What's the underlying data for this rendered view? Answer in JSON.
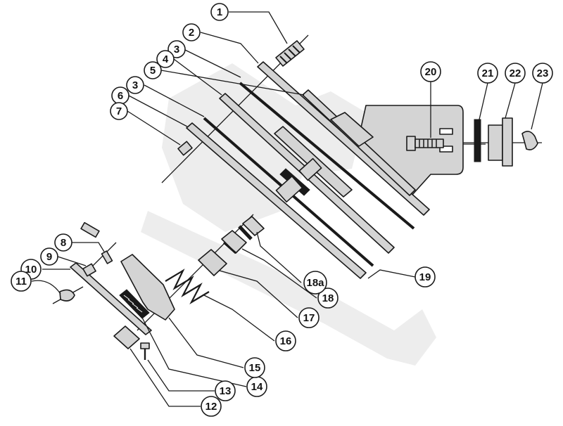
{
  "colors": {
    "line": "#1a1a1a",
    "part_fill": "#d4d4d4",
    "watermark": "#ededed",
    "background": "#ffffff"
  },
  "callouts": [
    {
      "label": "1"
    },
    {
      "label": "2"
    },
    {
      "label": "3"
    },
    {
      "label": "4"
    },
    {
      "label": "5"
    },
    {
      "label": "3"
    },
    {
      "label": "6"
    },
    {
      "label": "7"
    },
    {
      "label": "8"
    },
    {
      "label": "9"
    },
    {
      "label": "10"
    },
    {
      "label": "11"
    },
    {
      "label": "12"
    },
    {
      "label": "13"
    },
    {
      "label": "14"
    },
    {
      "label": "15"
    },
    {
      "label": "16"
    },
    {
      "label": "17"
    },
    {
      "label": "18"
    },
    {
      "label": "18a"
    },
    {
      "label": "19"
    },
    {
      "label": "20"
    },
    {
      "label": "21"
    },
    {
      "label": "22"
    },
    {
      "label": "23"
    }
  ]
}
